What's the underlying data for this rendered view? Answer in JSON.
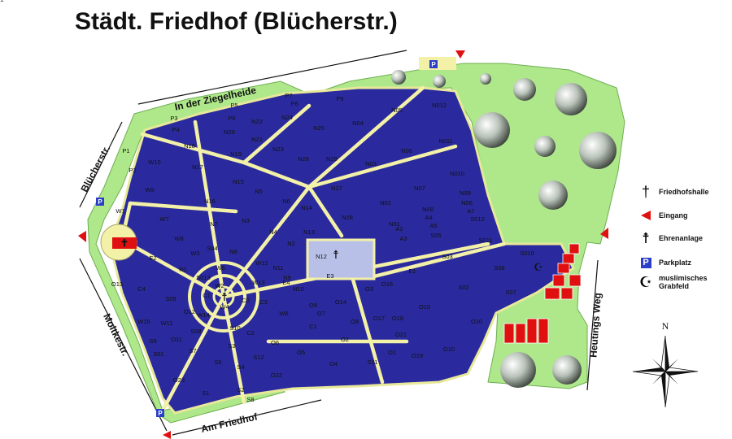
{
  "title": "Städt. Friedhof (Blücherstr.)",
  "streets": {
    "ziegelheide": "In der Ziegelheide",
    "bluecherstr": "Blücherstr.",
    "moltkestr": "Moltkestr.",
    "am_friedhof": "Am Friedhof",
    "heutings_weg": "Heutings Weg"
  },
  "legend": {
    "friedhofshalle": "Friedhofshalle",
    "eingang": "Eingang",
    "ehrenanlage": "Ehrenanlage",
    "parkplatz": "Parkplatz",
    "muslim_line1": "muslimisches",
    "muslim_line2": "Grabfeld"
  },
  "compass": {
    "north": "N"
  },
  "parking_badge": "P",
  "plots": [
    "P7",
    "P5",
    "P8",
    "P9",
    "P3",
    "P6",
    "P4",
    "N22",
    "N24",
    "N20",
    "N21",
    "N25",
    "N04",
    "N05",
    "N012",
    "P1",
    "P2",
    "N18",
    "N23",
    "N19",
    "N26",
    "N29",
    "N06",
    "N011",
    "W10",
    "N17",
    "N03",
    "N15",
    "N010",
    "W9",
    "N16",
    "N5",
    "N6",
    "N27",
    "N09",
    "N07",
    "N02",
    "N08",
    "N06",
    "A7",
    "S012",
    "W1",
    "W7",
    "N7",
    "N3",
    "N14",
    "N13",
    "N28",
    "N01",
    "A2",
    "A4",
    "A5",
    "S05",
    "S011",
    "W8",
    "N4",
    "A3",
    "S04",
    "N8",
    "N2",
    "N12",
    "E2",
    "W3",
    "W12",
    "N1",
    "W5",
    "N11",
    "N9",
    "E4",
    "E3",
    "E1",
    "S03",
    "S06",
    "S010",
    "S013",
    "W13",
    "N10",
    "O3",
    "O16",
    "O13",
    "W2",
    "C1",
    "C4",
    "W4",
    "C0",
    "C3",
    "O9",
    "O14",
    "O15",
    "S02",
    "S07",
    "S09",
    "W6",
    "O7",
    "O8",
    "O17",
    "O18",
    "O12",
    "W15",
    "W11",
    "W14",
    "C1",
    "O20",
    "S08",
    "S10",
    "C2",
    "O6",
    "O2",
    "O21",
    "O11",
    "S9",
    "S7",
    "S3",
    "S12",
    "O5",
    "O1",
    "O19",
    "O10",
    "S01",
    "S6",
    "S4",
    "S11",
    "O22",
    "O4",
    "O23",
    "S1",
    "S2",
    "S8",
    "A1"
  ]
}
